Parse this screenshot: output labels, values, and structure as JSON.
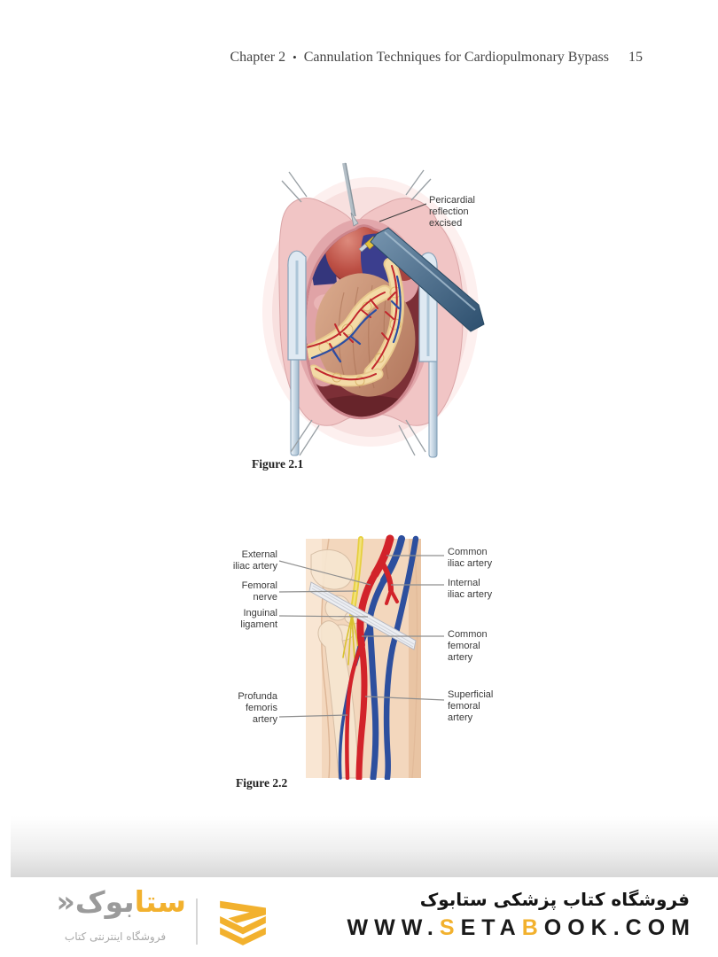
{
  "header": {
    "chapter": "Chapter 2",
    "separator": "•",
    "title": "Cannulation Techniques for Cardiopulmonary Bypass",
    "page_number": "15"
  },
  "figure1": {
    "caption": "Figure 2.1",
    "annotation": {
      "lines": [
        "Pericardial",
        "reflection",
        "excised"
      ]
    }
  },
  "figure2": {
    "caption": "Figure 2.2",
    "labels_left": [
      {
        "lines": [
          "External",
          "iliac artery"
        ]
      },
      {
        "lines": [
          "Femoral",
          "nerve"
        ]
      },
      {
        "lines": [
          "Inguinal",
          "ligament"
        ]
      },
      {
        "lines": [
          "Profunda",
          "femoris",
          "artery"
        ]
      }
    ],
    "labels_right": [
      {
        "lines": [
          "Common",
          "iliac artery"
        ]
      },
      {
        "lines": [
          "Internal",
          "iliac artery"
        ]
      },
      {
        "lines": [
          "Common",
          "femoral",
          "artery"
        ]
      },
      {
        "lines": [
          "Superficial",
          "femoral",
          "artery"
        ]
      }
    ]
  },
  "footer": {
    "logo": {
      "wordmark_gold": "ستا",
      "wordmark_gray": "بوک",
      "arrow": "«",
      "tagline": "فروشگاه اینترنتی کتاب"
    },
    "store_line": "فروشگاه کتاب پزشکی ستابوک",
    "website_segments": [
      {
        "text": "WWW."
      },
      {
        "text": "S"
      },
      {
        "text": "ETA"
      },
      {
        "text": "B"
      },
      {
        "text": "OOK.COM"
      }
    ]
  },
  "colors": {
    "brand_gold": "#F2B12E",
    "logo_gray": "#9B9B9B",
    "leader_line_gray": "#8F8F8F",
    "artery_red": "#D2232A",
    "vein_blue": "#2D4F9E",
    "nerve_yellow": "#E6CF3E"
  }
}
